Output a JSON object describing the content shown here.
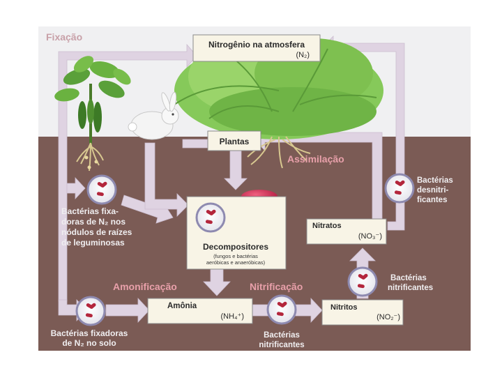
{
  "labels": {
    "fixacao": "Fixação",
    "atmosfera_title": "Nitrogênio na atmosfera",
    "atmosfera_formula": "(N₂)",
    "plantas": "Plantas",
    "assimilacao": "Assimilação",
    "bact_desnit": [
      "Bactérias",
      "desnitri-",
      "ficantes"
    ],
    "bact_fix_leg": [
      "Bactérias fixa-",
      "doras de N₂ nos",
      "nódulos de raízes",
      "de leguminosas"
    ],
    "decomp_title": "Decompositores",
    "decomp_sub": [
      "(fungos e bactérias",
      "aeróbicas e anaeróbicas)"
    ],
    "nitratos": "Nitratos",
    "nitratos_formula": "(NO₃⁻)",
    "amonificacao": "Amonificação",
    "nitrificacao": "Nitrificação",
    "bact_nitrif_right": [
      "Bactérias",
      "nitrificantes"
    ],
    "amonia": "Amônia",
    "amonia_formula": "(NH₄⁺)",
    "nitritos": "Nitritos",
    "nitritos_formula": "(NO₂⁻)",
    "bact_fix_solo": [
      "Bactérias fixadoras",
      "de N₂ no solo"
    ],
    "bact_nitrif_bottom": [
      "Bactérias",
      "nitrificantes"
    ]
  },
  "colors": {
    "sky": "#f0f0f2",
    "soil": "#7b5b55",
    "arrow": "#dfd3e2",
    "box": "#f8f4e6",
    "bacteria": "#b3263c",
    "stage_label": "#e8a0aa",
    "mushroom_cap": "#d6245c",
    "mushroom_stem": "#e8e0b8"
  }
}
